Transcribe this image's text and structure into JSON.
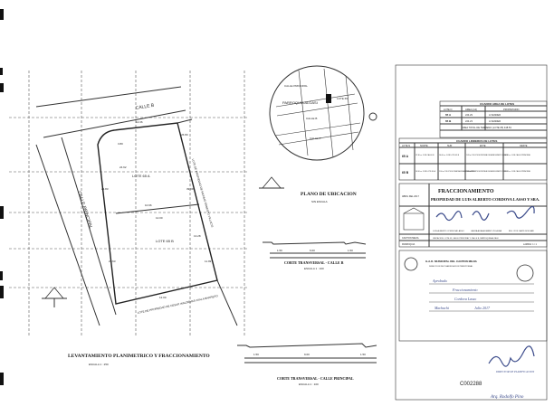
{
  "main_plan": {
    "street_top": "CALLE B",
    "street_left": "CALLE PRINCIPAL",
    "lot_a": "LOTE 65 A",
    "lot_b": "LOTE 65 B",
    "neighbor_right": "LOTE DE PROPIEDAD DE MAXIMO ERNESTO VILLACIS",
    "neighbor_bottom": "LOTE DE PROPIEDAD DE CESAR WALDEMAR AYALA BARRERO",
    "dims": [
      "12.36",
      "39.09",
      "24.83",
      "22.63",
      "10.96",
      "12.00",
      "12.00",
      "13.28",
      "26.80",
      "11.99",
      "3.80",
      "24.92"
    ],
    "title": "LEVANTAMIENTO PLANIMETRICO Y FRACCIONAMIENTO",
    "scale": "ESCALA 1 : 250"
  },
  "location": {
    "title": "PLANO DE UBICACION",
    "scale": "SIN ESCALA",
    "parish": "PARROQUIA ALOASI",
    "labels": [
      "CALLE B",
      "CALLE C",
      "CALLE PRINCIPAL",
      "LOTE 65"
    ]
  },
  "sections": [
    {
      "title": "CORTE TRANSVERSAL - CALLE B",
      "scale": "ESCALA 1 : 100",
      "dims": [
        "1.50",
        "6.00",
        "1.50"
      ]
    },
    {
      "title": "CORTE TRANSVERSAL - CALLE PRINCIPAL",
      "scale": "ESCALA 1 : 100",
      "dims": [
        "1.50",
        "9.00",
        "1.50"
      ]
    }
  ],
  "areas_table": {
    "title": "CUADRO AREA DE LOTES",
    "headers": [
      "LOTE N",
      "AREA (m2)",
      "PROPIETARIO"
    ],
    "rows": [
      [
        "65 A",
        "224.29",
        "A VENDER"
      ],
      [
        "65 B",
        "224.23",
        "A VENDER"
      ]
    ],
    "total": "AREA TOTAL DE TERRENO (LOTE 65) 448.53"
  },
  "linderos_table": {
    "title": "CUADRO LINDEROS DE LOTES",
    "headers": [
      "LOTE N",
      "NORTE",
      "SUR",
      "ESTE",
      "OESTE"
    ],
    "rows": [
      [
        "65 A",
        "12.36 m. CON CALLE B",
        "10.00 m. CON LOTE 65 B",
        "13.28 m. CON LOTE DE PROPIEDAD DE MAXIMO ERNESTO VILLACIS",
        "24.88 m. CON CALLE PRINCIPAL"
      ],
      [
        "65 B",
        "10.96 m. CON LOTE 65 A",
        "12.00 m. CON LOTE DE CESAR WALDEMAR AYALA BARRERO",
        "11.99 m. CON LOTE DE PROPIEDAD DE MAXIMO ERNESTO VILLACIS",
        "22.63 m. CON CALLE PRINCIPAL"
      ]
    ]
  },
  "title_block": {
    "heading": "FRACCIONAMIENTO",
    "owner": "PROPIEDAD DE LUIS ALBERTO CORDOVA LASSO Y SRA.",
    "date": "ABRIL DEL 2017",
    "signer_1": "LUIS ALBERTO CORDOVA LASSO",
    "signer_2": "LAURA ALBA ALVAREZ VILLALBA",
    "signer_3": "ING. CIVIL DAVID BOLIVAR",
    "canton": "CANTON MEJIA",
    "location_line": "UBICACION: LOTE 65, CALLE PRINCIPAL Y CALLE B, PARROQUIA ALOASI",
    "parroquia_label": "PARROQUIA",
    "sheet": "LAMINA: 1 / 1"
  },
  "municipal": {
    "header": "G.A.D. MUNICIPAL DEL CANTON MEJIA",
    "line_2": "DIRECCION DE PLANIFICACION TERRITORIAL",
    "handwritten": [
      "Aprobado",
      "Fraccionamiento",
      "Cordova Lasso",
      "Machachi",
      "Julio 2017"
    ],
    "stamp_code": "C002288",
    "signature_caption": "DIRECTOR DE PLANIFICACION",
    "name_caption": "Arq. Rodolfo Pino"
  }
}
